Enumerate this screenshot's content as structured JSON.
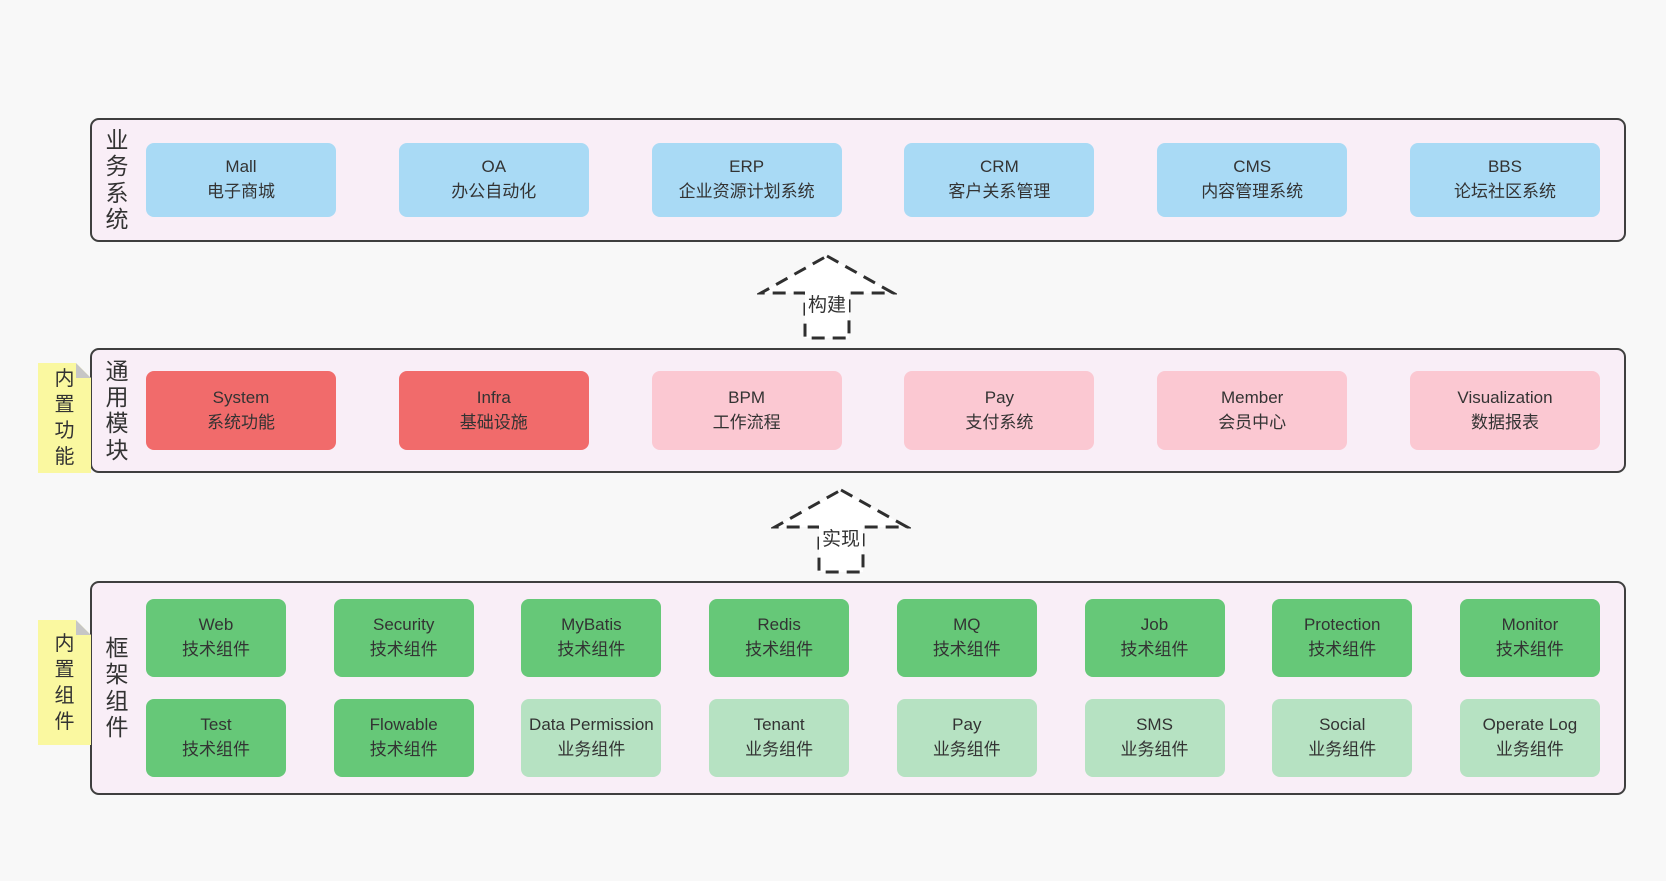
{
  "page": {
    "background": "#f8f8f8"
  },
  "colors": {
    "band_background": "#f9eef7",
    "band_border": "#3f3f3f",
    "blue_box": "#a9daf5",
    "red_box": "#f16b6b",
    "pink_box": "#fbc8d2",
    "green_dark_box": "#66c878",
    "green_light_box": "#b6e2c2",
    "sticky_note": "#faf8a0",
    "sticky_fold": "#c6c6c6",
    "text": "#333333"
  },
  "arrows": [
    {
      "label": "构建"
    },
    {
      "label": "实现"
    }
  ],
  "bands": [
    {
      "label": "业务系统",
      "boxes": [
        {
          "name": "Mall",
          "desc": "电子商城"
        },
        {
          "name": "OA",
          "desc": "办公自动化"
        },
        {
          "name": "ERP",
          "desc": "企业资源计划系统"
        },
        {
          "name": "CRM",
          "desc": "客户关系管理"
        },
        {
          "name": "CMS",
          "desc": "内容管理系统"
        },
        {
          "name": "BBS",
          "desc": "论坛社区系统"
        }
      ]
    },
    {
      "label": "通用模块",
      "sticky": "内置功能",
      "boxes": [
        {
          "name": "System",
          "desc": "系统功能"
        },
        {
          "name": "Infra",
          "desc": "基础设施"
        },
        {
          "name": "BPM",
          "desc": "工作流程"
        },
        {
          "name": "Pay",
          "desc": "支付系统"
        },
        {
          "name": "Member",
          "desc": "会员中心"
        },
        {
          "name": "Visualization",
          "desc": "数据报表"
        }
      ]
    },
    {
      "label": "框架组件",
      "sticky": "内置组件",
      "row1": [
        {
          "name": "Web",
          "desc": "技术组件"
        },
        {
          "name": "Security",
          "desc": "技术组件"
        },
        {
          "name": "MyBatis",
          "desc": "技术组件"
        },
        {
          "name": "Redis",
          "desc": "技术组件"
        },
        {
          "name": "MQ",
          "desc": "技术组件"
        },
        {
          "name": "Job",
          "desc": "技术组件"
        },
        {
          "name": "Protection",
          "desc": "技术组件"
        },
        {
          "name": "Monitor",
          "desc": "技术组件"
        }
      ],
      "row2": [
        {
          "name": "Test",
          "desc": "技术组件"
        },
        {
          "name": "Flowable",
          "desc": "技术组件"
        },
        {
          "name": "Data Permission",
          "desc": "业务组件"
        },
        {
          "name": "Tenant",
          "desc": "业务组件"
        },
        {
          "name": "Pay",
          "desc": "业务组件"
        },
        {
          "name": "SMS",
          "desc": "业务组件"
        },
        {
          "name": "Social",
          "desc": "业务组件"
        },
        {
          "name": "Operate Log",
          "desc": "业务组件"
        }
      ]
    }
  ]
}
